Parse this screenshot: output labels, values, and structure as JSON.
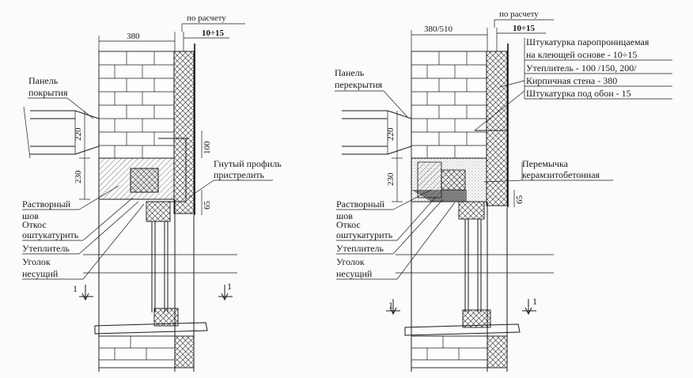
{
  "left": {
    "dims": {
      "wall": "380",
      "plaster": "по расчету",
      "plaster_val": "10÷15",
      "slab": "220",
      "lintel": "230",
      "d100": "100",
      "d65": "65"
    },
    "labels": {
      "panel_1": "Панель",
      "panel_2": "покрытия",
      "profile_1": "Гнутый профиль",
      "profile_2": "пристрелить",
      "joint_1": "Растворный",
      "joint_2": "шов",
      "slope_1": "Откос",
      "slope_2": "оштукатурить",
      "insul": "Утеплитель",
      "angle_1": "Уголок",
      "angle_2": "несущий"
    },
    "section_mark": "1"
  },
  "right": {
    "dims": {
      "wall": "380/510",
      "plaster": "по расчету",
      "plaster_val": "10÷15",
      "slab": "220",
      "lintel": "230",
      "d65": "65"
    },
    "layers": [
      "Штукатурка паропроницаемая",
      "на клеющей основе - 10÷15",
      "Утеплитель - 100 /150, 200/",
      "Кирпичная стена - 380",
      "Штукатурка под обои - 15"
    ],
    "labels": {
      "panel_1": "Панель",
      "panel_2": "перекрытия",
      "lintel_1": "Перемычка",
      "lintel_2": "керамзитобетонная",
      "joint_1": "Растворный",
      "joint_2": "шов",
      "slope_1": "Откос",
      "slope_2": "оштукатурить",
      "insul": "Утеплитель",
      "angle_1": "Уголок",
      "angle_2": "несущий"
    },
    "section_mark": "1"
  }
}
